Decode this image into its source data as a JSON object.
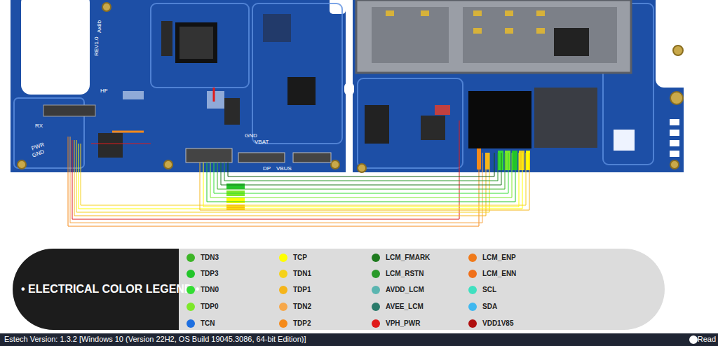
{
  "diagram": {
    "title": "• ELECTRICAL COLOR LEGEND •",
    "labels": [
      "Ax8b",
      "REV1.0",
      "HF",
      "RX",
      "PWR",
      "GND",
      "GND",
      "VBAT",
      "DP",
      "VBUS",
      "Estech Version: 1.3.2 [Windows 10 (Version 22H2, OS Build 19045.3086, 64-bit Edition)]",
      "Read"
    ],
    "legend": [
      {
        "text": "TDN3",
        "color": "#3cb527"
      },
      {
        "text": "TDP3",
        "color": "#22c52a"
      },
      {
        "text": "TDN0",
        "color": "#33dd33"
      },
      {
        "text": "TDP0",
        "color": "#7de82a"
      },
      {
        "text": "TCN",
        "color": "#1e6fe0"
      },
      {
        "text": "TCP",
        "color": "#ffff00"
      },
      {
        "text": "TDN1",
        "color": "#f5d21a"
      },
      {
        "text": "TDP1",
        "color": "#f5b51a"
      },
      {
        "text": "TDN2",
        "color": "#f7a84a"
      },
      {
        "text": "TDP2",
        "color": "#f58a1a"
      },
      {
        "text": "LCM_FMARK",
        "color": "#1e7a1e"
      },
      {
        "text": "LCM_RSTN",
        "color": "#2a9a2a"
      },
      {
        "text": "AVDD_LCM",
        "color": "#5ab5b0"
      },
      {
        "text": "AVEE_LCM",
        "color": "#2a7a6a"
      },
      {
        "text": "VPH_PWR",
        "color": "#e01a1a"
      },
      {
        "text": "LCM_ENP",
        "color": "#f07a1a"
      },
      {
        "text": "LCM_ENN",
        "color": "#f0701a"
      },
      {
        "text": "SCL",
        "color": "#40e0c0"
      },
      {
        "text": "SDA",
        "color": "#40b8f0"
      },
      {
        "text": "VDD1V85",
        "color": "#b01010"
      }
    ]
  }
}
